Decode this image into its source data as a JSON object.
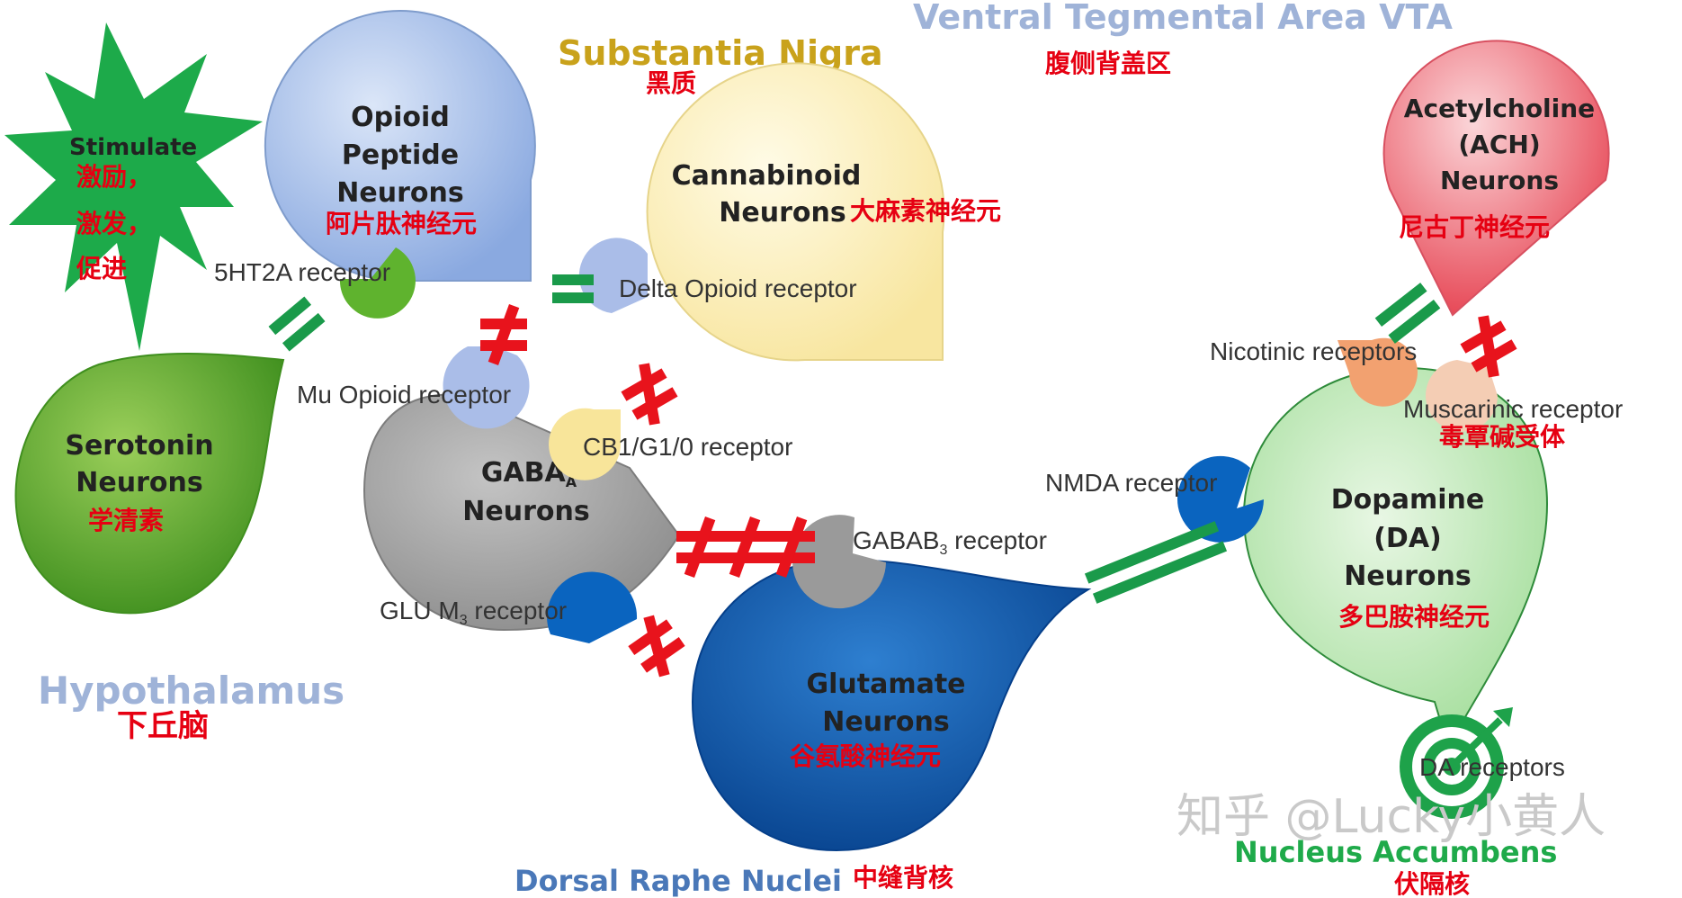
{
  "regions": {
    "vta": "Ventral Tegmental Area VTA",
    "vta_cn": "腹侧背盖区",
    "substantia_nigra": "Substantia Nigra",
    "substantia_nigra_cn": "黑质",
    "hypothalamus": "Hypothalamus",
    "hypothalamus_cn": "下丘脑",
    "dorsal_raphe": "Dorsal Raphe Nuclei",
    "dorsal_raphe_cn": "中缝背核",
    "nucleus_accumbens": "Nucleus Accumbens",
    "nucleus_accumbens_cn": "伏隔核"
  },
  "stimulate": {
    "label": "Stimulate",
    "cn_lines": [
      "激励，",
      "激发，",
      "促进"
    ]
  },
  "neurons": {
    "opioid": {
      "lines": [
        "Opioid",
        "Peptide",
        "Neurons"
      ],
      "cn": "阿片肽神经元",
      "color": "#9db8e6"
    },
    "cannabinoid": {
      "lines": [
        "Cannabinoid",
        "Neurons"
      ],
      "cn": "大麻素神经元",
      "color": "#fbefb4"
    },
    "acetylcholine": {
      "lines": [
        "Acetylcholine",
        "(ACH)",
        "Neurons"
      ],
      "cn": "尼古丁神经元",
      "color": "#ee5b67"
    },
    "serotonin": {
      "lines": [
        "Serotonin",
        "Neurons"
      ],
      "cn": "学清素",
      "color": "#58a52c"
    },
    "gaba": {
      "name": "GABA",
      "sub": "A",
      "line2": "Neurons",
      "color": "#9c9c9c"
    },
    "glutamate": {
      "lines": [
        "Glutamate",
        "Neurons"
      ],
      "cn": "谷氨酸神经元",
      "color": "#0a5db0"
    },
    "dopamine": {
      "lines": [
        "Dopamine",
        "(DA)",
        "Neurons"
      ],
      "cn": "多巴胺神经元",
      "color": "#b9e6b3"
    }
  },
  "receptors": {
    "ht2a": "5HT2A receptor",
    "delta_opioid": "Delta Opioid receptor",
    "mu_opioid": "Mu Opioid receptor",
    "cb1": "CB1/G1/0 receptor",
    "nicotinic": "Nicotinic receptors",
    "muscarinic": "Muscarinic receptor",
    "muscarinic_cn": "毒覃碱受体",
    "nmda": "NMDA receptor",
    "gabab_pre": "GABAB",
    "gabab_sub": "3",
    "gabab_post": " receptor",
    "glu_pre": "GLU M",
    "glu_sub": "3",
    "glu_post": " receptor",
    "da": "DA receptors"
  },
  "watermark": "知乎 @Lucky小黄人",
  "colors": {
    "stimulate": "#1daa4a",
    "equal_sign": "#1a9a4a",
    "not_equal_sign": "#e8131c",
    "region_title": "#9fb3d8",
    "substantia": "#c9a21b",
    "dorsal_raphe": "#4a78b8",
    "accumbens": "#1faa4a"
  }
}
